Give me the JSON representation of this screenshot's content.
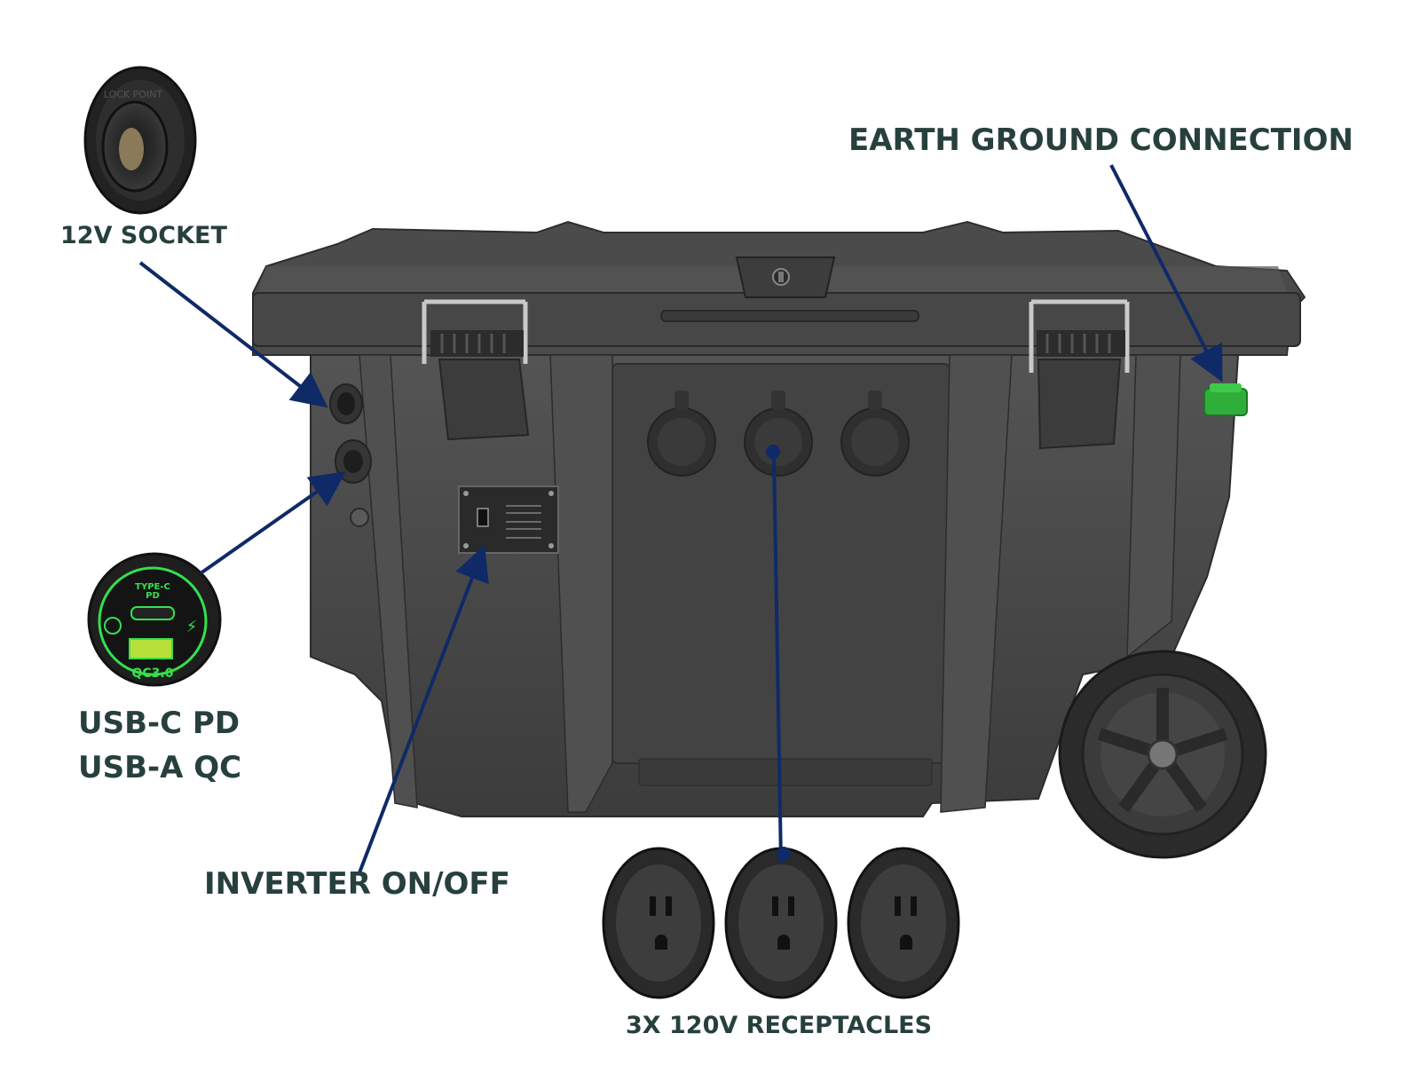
{
  "colors": {
    "label_text": "#27403d",
    "arrow": "#0f2a66",
    "case_body": "#4a4a4a",
    "usb_glow": "#34e04e",
    "ground_terminal": "#2fae3a"
  },
  "callouts": {
    "socket_12v": "12V SOCKET",
    "usb_line1": "USB-C PD",
    "usb_line2": "USB-A QC",
    "inverter": "INVERTER ON/OFF",
    "earth_ground": "EARTH GROUND CONNECTION",
    "receptacles": "3X 120V RECEPTACLES"
  },
  "usb_port": {
    "type_c_line1": "TYPE-C",
    "type_c_line2": "PD",
    "qc_label": "QC3.0"
  },
  "socket_ring_text": "LOCK POINT",
  "icons": [
    "12v-socket-icon",
    "usb-port-icon",
    "outlet-icon",
    "ground-terminal-icon",
    "wheel-icon",
    "latch-icon",
    "lock-icon"
  ]
}
